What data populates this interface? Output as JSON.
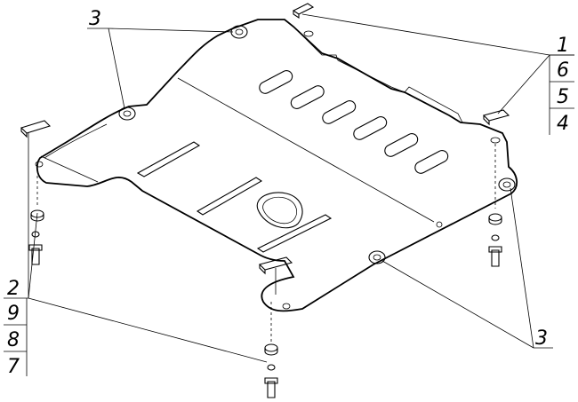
{
  "callouts": {
    "top_left": "3",
    "bottom_right": "3",
    "right_stack": [
      "1",
      "6",
      "5",
      "4"
    ],
    "left_stack": [
      "2",
      "9",
      "8",
      "7"
    ]
  }
}
